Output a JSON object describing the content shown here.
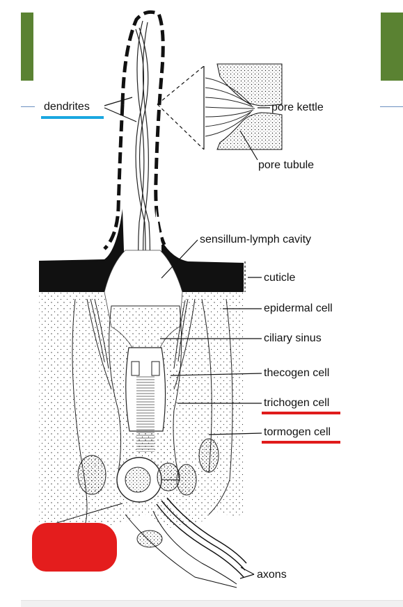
{
  "labels": {
    "dendrites": "dendrites",
    "pore_kettle": "pore kettle",
    "pore_tubule": "pore tubule",
    "sensillum_lymph_cavity": "sensillum-lymph cavity",
    "cuticle": "cuticle",
    "epidermal_cell": "epidermal cell",
    "ciliary_sinus": "ciliary sinus",
    "thecogen_cell": "thecogen cell",
    "trichogen_cell": "trichogen cell",
    "tormogen_cell": "tormogen cell",
    "axons": "axons"
  },
  "colors": {
    "green_bar": "#5a8232",
    "underline_blue": "#1aa7e0",
    "underline_red": "#e01b1b",
    "redaction": "#e41d1d",
    "rule_line": "#6a8fc0"
  }
}
